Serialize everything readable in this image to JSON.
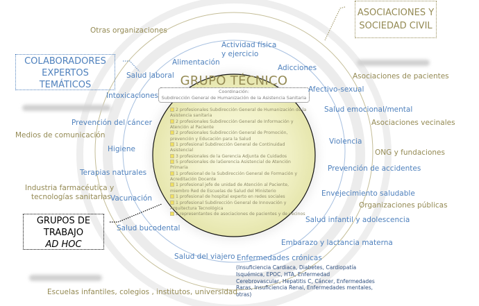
{
  "central": {
    "title": "GRUPO TÉCNICO",
    "coordination_label": "Coordinación:",
    "coordination_value": "Subdirección General de Humanización de la Asistencia Sanitaria",
    "members": [
      "2 profesionales Subdirección General de Humanización de la Asistencia sanitaria",
      "2 profesionales Subdirección General de Información y Atención al Paciente",
      "2 profesionales Subdirección General de Promoción, prevención y Educación para la Salud",
      "1 profesional Subdirección General de Continuidad Asistencial",
      "3 profesionales de la Gerencia Adjunta de Cuidados",
      "5 profesionales de laGerencia Asistencial de Atención Primaria",
      "1 profesional de la Subdirección General de Formación y Acreditación Docente",
      "1 profesional jefe de unidad de Atención al Paciente, miembro Red de Escuelas de Salud del Ministerio",
      "1 profesional de hospital experto en redes sociales",
      "1 profesional Subdirección General de Innovación y Arquitectura Tecnológica",
      "2 representantes de asociaciones de pacientes y de vecinos"
    ]
  },
  "boxes": {
    "collaborators": [
      "COLABORADORES",
      "EXPERTOS",
      "TEMÁTICOS"
    ],
    "associations": [
      "ASOCIACIONES Y",
      "SOCIEDAD CIVIL"
    ],
    "work_groups": [
      "GRUPOS DE",
      "TRABAJO",
      "AD HOC"
    ]
  },
  "topics": {
    "alimentacion": "Alimentación",
    "actividad_1": "Actividad física",
    "actividad_2": "y ejercicio",
    "adicciones": "Adicciones",
    "salud_laboral": "Salud laboral",
    "intoxicaciones": "Intoxicaciones",
    "afectivo": "Afectivo-sexual",
    "emocional": "Salud emocional/mental",
    "prevencion_cancer": "Prevención del cáncer",
    "higiene": "Higiene",
    "violencia": "Violencia",
    "prevencion_accidentes": "Prevención de accidentes",
    "terapias": "Terapias naturales",
    "envejecimiento": "Envejecimiento saludable",
    "vacunacion": "Vacunación",
    "bucodental": "Salud bucodental",
    "infantil": "Salud infantil y adolescencia",
    "embarazo": "Embarazo y lactancia materna",
    "viajero": "Salud del viajero",
    "cronicas": "Enfermedades crónicas",
    "cronicas_detail": "(Insuficiencia Cardiaca, Diabetes, Cardiopatía Isquémica, EPOC, HTA, Enfermedad Cerebrovascular, Hepatitis C, Cáncer, Enfermedades Raras, Insuficiencia Renal, Enfermedades mentales, otras)"
  },
  "organizations": {
    "otras": "Otras organizaciones",
    "pacientes": "Asociaciones de pacientes",
    "vecinales": "Asociaciones vecinales",
    "medios": "Medios de comunicación",
    "ong": "ONG y fundaciones",
    "industria_1": "Industria farmacéutica y",
    "industria_2": "tecnologías sanitarias",
    "publicas": "Organizaciones públicas",
    "escuelas": "Escuelas infantiles, colegios , institutos, universidad"
  },
  "colors": {
    "topic_blue": "#4f81bd",
    "org_khaki": "#948a54",
    "core_fill": "#eeeebb"
  }
}
